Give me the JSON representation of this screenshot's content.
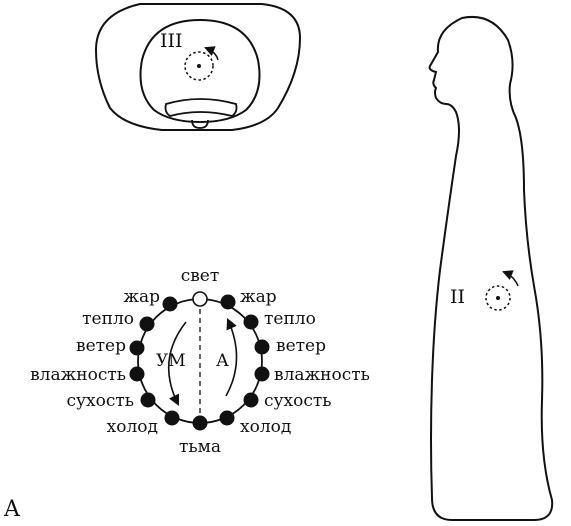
{
  "figure_letter": "A",
  "head_view_label": "III",
  "body_view_label": "II",
  "cycle": {
    "top": "свет",
    "bottom": "тьма",
    "left_arc_label": "УМ",
    "right_arc_label": "А",
    "left": [
      "жар",
      "тепло",
      "ветер",
      "влажность",
      "сухость",
      "холод"
    ],
    "right": [
      "жар",
      "тепло",
      "ветер",
      "влажность",
      "сухость",
      "холод"
    ]
  }
}
